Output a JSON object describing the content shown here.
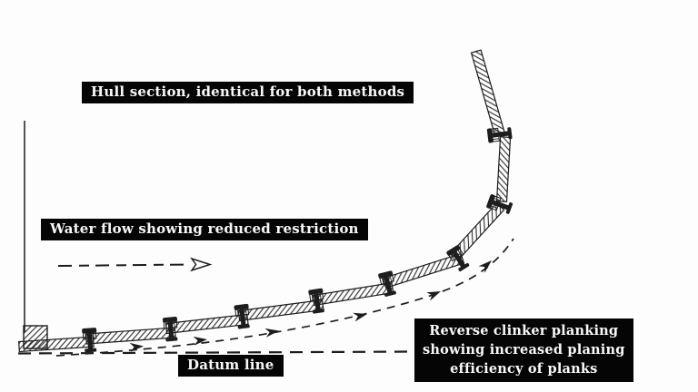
{
  "canvas": {
    "background_color": "#fdfdfd",
    "ink_color": "#1d1d1d",
    "label_bg_color": "#050505",
    "label_text_color": "#f8f8f8"
  },
  "labels": {
    "hull_section": "Hull section, identical for both methods",
    "water_flow": "Water flow showing reduced restriction",
    "datum": "Datum line",
    "reverse_clinker_lines": [
      "Reverse clinker planking",
      "showing increased planing",
      "efficiency of planks"
    ]
  },
  "diagram": {
    "plank_count": 9,
    "clamp_joint_count": 8,
    "flow_arrowhead_count": 6
  }
}
